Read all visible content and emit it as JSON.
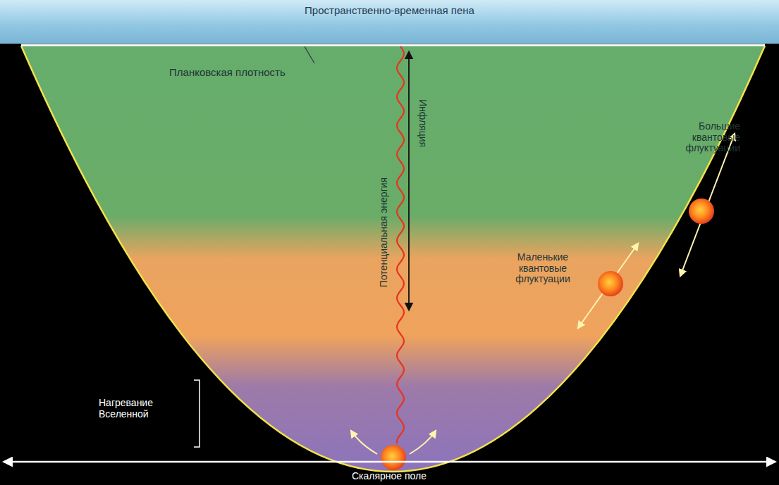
{
  "diagram": {
    "nodes": [
      {
        "text": [
          "Пространственно-временная пена"
        ]
      }
    ],
    "labels": [
      "Планковская плотность",
      "Потенциальная энергия",
      "Инфляция",
      "Большие квантовые флуктуации",
      "Маленькие квантовые флуктуации",
      "Нагревание Вселенной",
      "Скалярное поле"
    ]
  }
}
